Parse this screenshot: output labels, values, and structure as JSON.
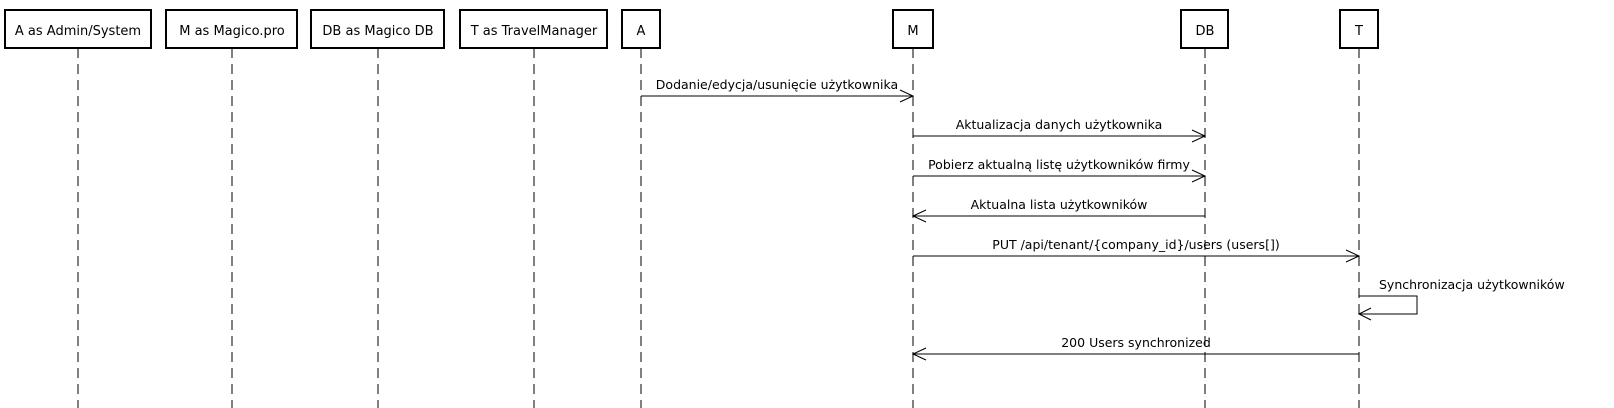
{
  "diagram": {
    "type": "sequence",
    "participants": [
      {
        "id": "p1",
        "label": "A as Admin/System"
      },
      {
        "id": "p2",
        "label": "M as Magico.pro"
      },
      {
        "id": "p3",
        "label": "DB as Magico DB"
      },
      {
        "id": "p4",
        "label": "T as TravelManager"
      },
      {
        "id": "A",
        "label": "A"
      },
      {
        "id": "M",
        "label": "M"
      },
      {
        "id": "DB",
        "label": "DB"
      },
      {
        "id": "T",
        "label": "T"
      }
    ],
    "messages": [
      {
        "from": "A",
        "to": "M",
        "label": "Dodanie/edycja/usunięcie użytkownika"
      },
      {
        "from": "M",
        "to": "DB",
        "label": "Aktualizacja danych użytkownika"
      },
      {
        "from": "M",
        "to": "DB",
        "label": "Pobierz aktualną listę użytkowników firmy"
      },
      {
        "from": "DB",
        "to": "M",
        "label": "Aktualna lista użytkowników"
      },
      {
        "from": "M",
        "to": "T",
        "label": "PUT /api/tenant/{company_id}/users (users[])"
      },
      {
        "from": "T",
        "to": "T",
        "label": "Synchronizacja użytkowników"
      },
      {
        "from": "T",
        "to": "M",
        "label": "200 Users synchronized"
      }
    ]
  }
}
